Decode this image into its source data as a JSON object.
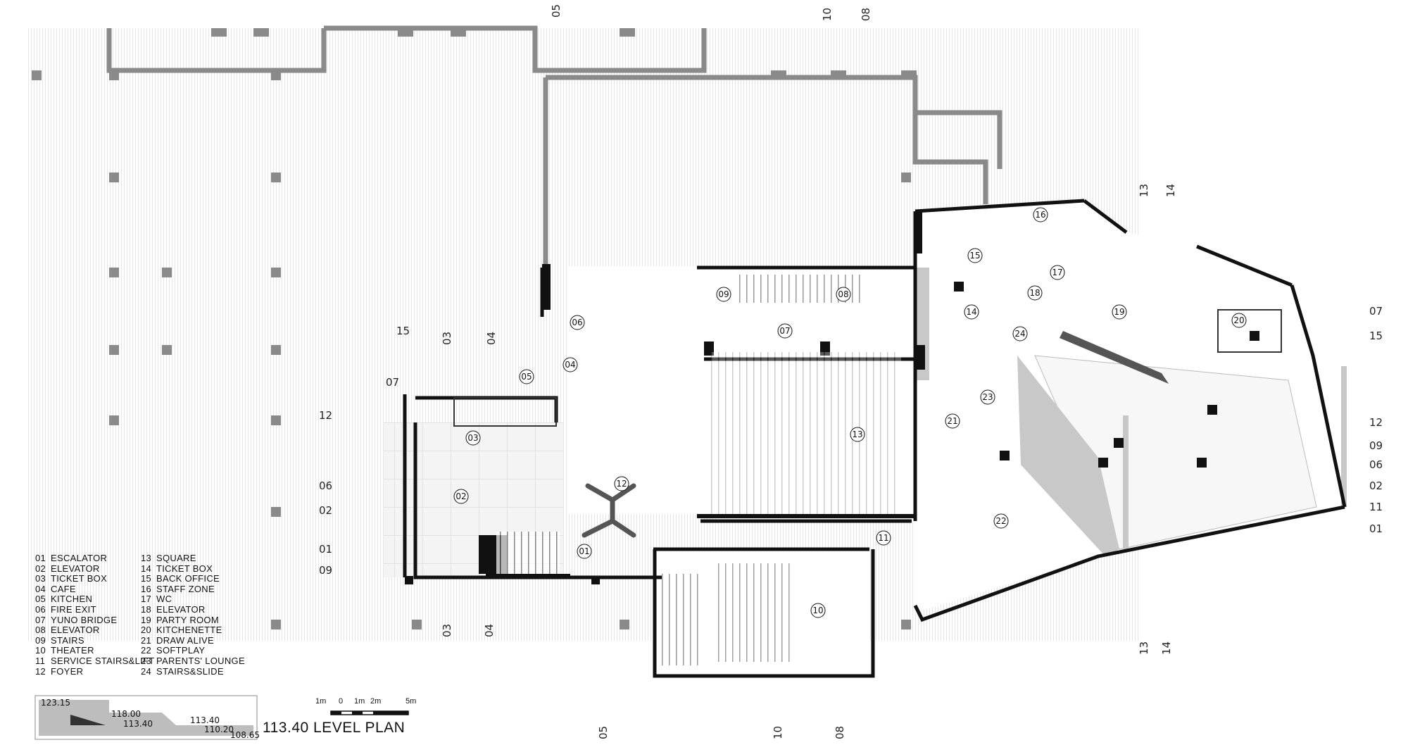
{
  "title": "113.40 LEVEL PLAN",
  "legend": [
    {
      "num": "01",
      "name": "ESCALATOR"
    },
    {
      "num": "02",
      "name": "ELEVATOR"
    },
    {
      "num": "03",
      "name": "TICKET BOX"
    },
    {
      "num": "04",
      "name": "CAFE"
    },
    {
      "num": "05",
      "name": "KITCHEN"
    },
    {
      "num": "06",
      "name": "FIRE EXIT"
    },
    {
      "num": "07",
      "name": "YUNO BRIDGE"
    },
    {
      "num": "08",
      "name": "ELEVATOR"
    },
    {
      "num": "09",
      "name": "STAIRS"
    },
    {
      "num": "10",
      "name": "THEATER"
    },
    {
      "num": "11",
      "name": "SERVICE STAIRS&LIFT"
    },
    {
      "num": "12",
      "name": "FOYER"
    },
    {
      "num": "13",
      "name": "SQUARE"
    },
    {
      "num": "14",
      "name": "TICKET BOX"
    },
    {
      "num": "15",
      "name": "BACK OFFICE"
    },
    {
      "num": "16",
      "name": "STAFF ZONE"
    },
    {
      "num": "17",
      "name": "WC"
    },
    {
      "num": "18",
      "name": "ELEVATOR"
    },
    {
      "num": "19",
      "name": "PARTY ROOM"
    },
    {
      "num": "20",
      "name": "KITCHENETTE"
    },
    {
      "num": "21",
      "name": "DRAW ALIVE"
    },
    {
      "num": "22",
      "name": "SOFTPLAY"
    },
    {
      "num": "23",
      "name": "PARENTS' LOUNGE"
    },
    {
      "num": "24",
      "name": "STAIRS&SLIDE"
    }
  ],
  "scale": {
    "labels": [
      "1m",
      "0",
      "1m",
      "2m",
      "5m"
    ]
  },
  "section_levels": [
    "123.15",
    "118.00",
    "113.40",
    "113.40",
    "110.20",
    "108.65"
  ],
  "room_tags": [
    "01",
    "02",
    "03",
    "04",
    "05",
    "06",
    "07",
    "08",
    "09",
    "10",
    "11",
    "12",
    "13",
    "14",
    "15",
    "16",
    "17",
    "18",
    "19",
    "20",
    "21",
    "22",
    "23",
    "24"
  ],
  "section_marks": {
    "top": [
      "05",
      "10",
      "08",
      "13",
      "14"
    ],
    "left": [
      "15",
      "03",
      "04",
      "07",
      "12",
      "06",
      "02",
      "01",
      "09"
    ],
    "bottom": [
      "03",
      "04",
      "05",
      "10",
      "08",
      "13",
      "14"
    ],
    "right": [
      "07",
      "15",
      "12",
      "09",
      "06",
      "02",
      "11",
      "01"
    ]
  }
}
